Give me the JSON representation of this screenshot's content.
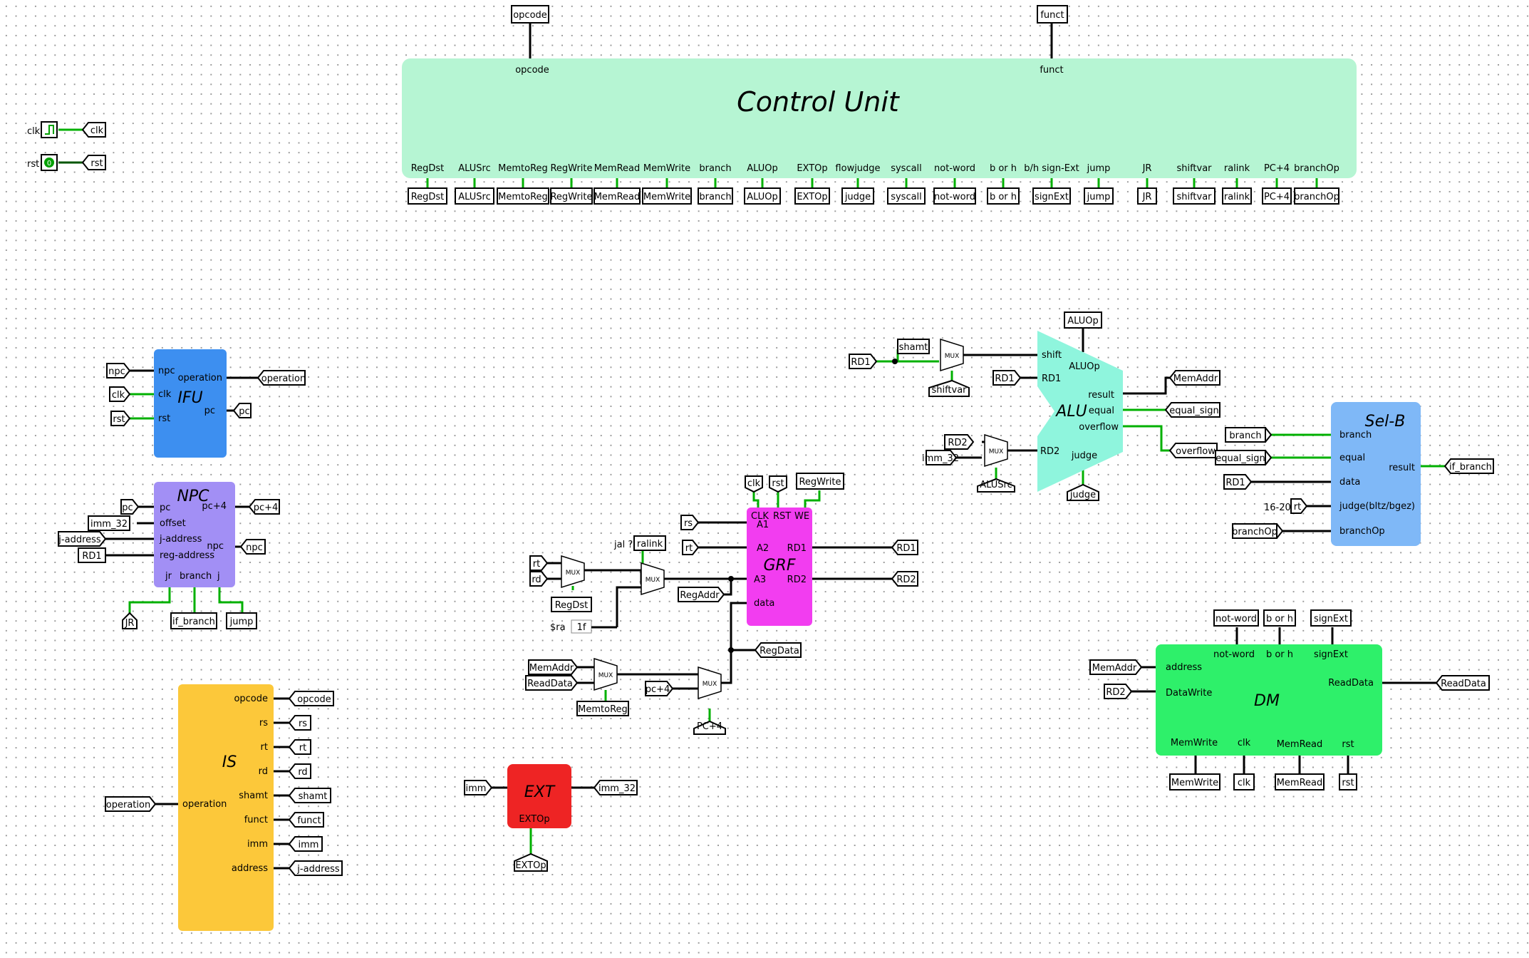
{
  "colors": {
    "cu": "#b6f5d3",
    "ifu": "#3d8ff0",
    "npc": "#a28ff5",
    "is": "#fcc83a",
    "ext": "#ee2424",
    "grf": "#f23df0",
    "alu": "#8ff5dd",
    "selb": "#7fb8f7",
    "dm": "#2ef06a",
    "wire_active": "#00b000",
    "wire_dark": "#005500",
    "wire_bus": "#000000"
  },
  "control_unit": {
    "title": "Control Unit",
    "in_opcode": "opcode",
    "in_funct": "funct",
    "outputs": [
      {
        "label": "RegDst",
        "tunnel": "RegDst"
      },
      {
        "label": "ALUSrc",
        "tunnel": "ALUSrc"
      },
      {
        "label": "MemtoReg",
        "tunnel": "MemtoReg"
      },
      {
        "label": "RegWrite",
        "tunnel": "RegWrite"
      },
      {
        "label": "MemRead",
        "tunnel": "MemRead"
      },
      {
        "label": "MemWrite",
        "tunnel": "MemWrite"
      },
      {
        "label": "branch",
        "tunnel": "branch"
      },
      {
        "label": "ALUOp",
        "tunnel": "ALUOp"
      },
      {
        "label": "EXTOp",
        "tunnel": "EXTOp"
      },
      {
        "label": "flowjudge",
        "tunnel": "judge"
      },
      {
        "label": "syscall",
        "tunnel": "syscall"
      },
      {
        "label": "not-word",
        "tunnel": "not-word"
      },
      {
        "label": "b or h",
        "tunnel": "b or h"
      },
      {
        "label": "b/h sign-Ext",
        "tunnel": "signExt"
      },
      {
        "label": "jump",
        "tunnel": "jump"
      },
      {
        "label": "JR",
        "tunnel": "JR"
      },
      {
        "label": "shiftvar",
        "tunnel": "shiftvar"
      },
      {
        "label": "ralink",
        "tunnel": "ralink"
      },
      {
        "label": "PC+4",
        "tunnel": "PC+4"
      },
      {
        "label": "branchOp",
        "tunnel": "branchOp"
      }
    ]
  },
  "clock": {
    "label": "clk",
    "tunnel": "clk"
  },
  "reset": {
    "label": "rst",
    "tunnel": "rst",
    "value": "0"
  },
  "ifu": {
    "title": "IFU",
    "ports": {
      "npc": "npc",
      "clk": "clk",
      "rst": "rst",
      "operation": "operation",
      "pc": "pc"
    },
    "tunnels": {
      "npc": "npc",
      "clk": "clk",
      "rst": "rst",
      "operation": "operation",
      "pc": "pc"
    }
  },
  "npc": {
    "title": "NPC",
    "ports": {
      "pc": "pc",
      "pc4": "pc+4",
      "offset": "offset",
      "jaddr": "j-address",
      "npc": "npc",
      "regaddr": "reg-address",
      "jr": "jr",
      "branch": "branch",
      "j": "j"
    },
    "tunnels": {
      "pc": "pc",
      "pc4": "pc+4",
      "imm": "imm_32",
      "jaddr": "j-address",
      "npc": "npc",
      "rd1": "RD1",
      "jr": "JR",
      "branch": "if_branch",
      "jump": "jump"
    }
  },
  "is": {
    "title": "IS",
    "outputs": [
      {
        "port": "opcode",
        "tunnel": "opcode"
      },
      {
        "port": "rs",
        "tunnel": "rs"
      },
      {
        "port": "rt",
        "tunnel": "rt"
      },
      {
        "port": "rd",
        "tunnel": "rd"
      },
      {
        "port": "shamt",
        "tunnel": "shamt"
      },
      {
        "port": "funct",
        "tunnel": "funct"
      },
      {
        "port": "imm",
        "tunnel": "imm"
      },
      {
        "port": "address",
        "tunnel": "j-address"
      }
    ],
    "in_port": "operation",
    "in_tunnel": "operation"
  },
  "ext": {
    "title": "EXT",
    "port": "EXTOp",
    "in_tunnel": "imm",
    "out_tunnel": "imm_32",
    "op_tunnel": "EXTOp"
  },
  "grf": {
    "title": "GRF",
    "ports": {
      "clk": "CLK",
      "rst": "RST",
      "we": "WE",
      "a1": "A1",
      "a2": "A2",
      "a3": "A3",
      "data": "data",
      "rd1": "RD1",
      "rd2": "RD2"
    },
    "tunnels": {
      "clk": "clk",
      "rst": "rst",
      "regwrite": "RegWrite",
      "rs": "rs",
      "rt": "rt",
      "rd1": "RD1",
      "rd2": "RD2",
      "regaddr": "RegAddr",
      "regdata": "RegData"
    },
    "mux_a3": {
      "in_rt": "rt",
      "in_rd": "rd",
      "sel": "RegDst",
      "jal_label": "jal ?",
      "ralink": "ralink",
      "ra_label": "$ra",
      "ra_const": "1f"
    },
    "mux_data": {
      "in_memaddr": "MemAddr",
      "in_readdata": "ReadData",
      "sel": "MemtoReg",
      "pc4": "pc+4",
      "sel2": "PC+4"
    }
  },
  "alu": {
    "title": "ALU",
    "ports": {
      "shift": "shift",
      "aluop": "ALUOp",
      "rd1": "RD1",
      "rd2": "RD2",
      "result": "result",
      "equal": "equal",
      "overflow": "overflow",
      "judge": "judge"
    },
    "tunnels": {
      "aluop": "ALUOp",
      "shamt": "shamt",
      "rd1a": "RD1",
      "shiftvar": "shiftvar",
      "rd1": "RD1",
      "rd2": "RD2",
      "imm": "imm_32",
      "alusrc": "ALUSrc",
      "memaddr": "MemAddr",
      "equal": "equal_sign",
      "overflow": "overflow",
      "judge": "judge"
    }
  },
  "selb": {
    "title": "Sel-B",
    "ports": {
      "branch": "branch",
      "equal": "equal",
      "data": "data",
      "judge": "judge(bltz/bgez)",
      "branchop": "branchOp",
      "result": "result"
    },
    "tunnels": {
      "branch": "branch",
      "equal": "equal_sign",
      "rd1": "RD1",
      "rt": "rt",
      "split": "16-20",
      "branchop": "branchOp",
      "result": "if_branch"
    }
  },
  "dm": {
    "title": "DM",
    "ports": {
      "address": "address",
      "datawrite": "DataWrite",
      "notword": "not-word",
      "borh": "b or h",
      "signext": "signExt",
      "readdata": "ReadData",
      "memwrite": "MemWrite",
      "clk": "clk",
      "memread": "MemRead",
      "rst": "rst"
    },
    "tunnels": {
      "memaddr": "MemAddr",
      "rd2": "RD2",
      "notword": "not-word",
      "borh": "b or h",
      "signext": "signExt",
      "readdata": "ReadData",
      "memwrite": "MemWrite",
      "clk": "clk",
      "memread": "MemRead",
      "rst": "rst"
    }
  },
  "mux_label": "MUX"
}
